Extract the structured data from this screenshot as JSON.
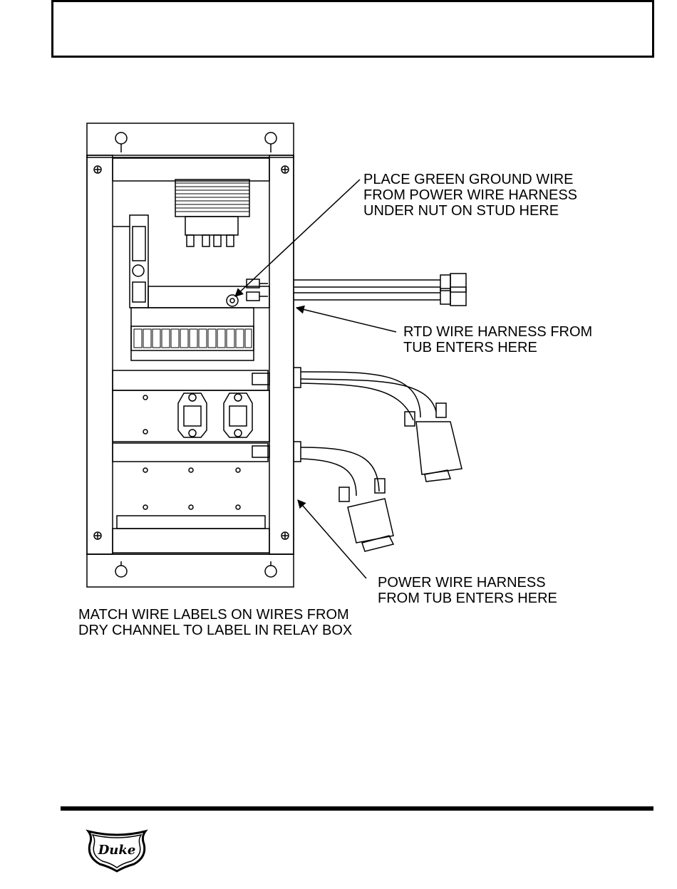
{
  "header": {
    "title": ""
  },
  "callouts": {
    "ground_line1": "PLACE GREEN GROUND WIRE",
    "ground_line2": "FROM POWER WIRE HARNESS",
    "ground_line3": "UNDER NUT ON STUD HERE",
    "rtd_line1": "RTD WIRE HARNESS FROM",
    "rtd_line2": "TUB ENTERS HERE",
    "power_line1": "POWER WIRE HARNESS",
    "power_line2": "FROM TUB ENTERS HERE",
    "match_line1": "MATCH WIRE LABELS ON WIRES FROM",
    "match_line2": "DRY CHANNEL TO LABEL IN RELAY BOX"
  },
  "logo": {
    "text": "Duke"
  }
}
